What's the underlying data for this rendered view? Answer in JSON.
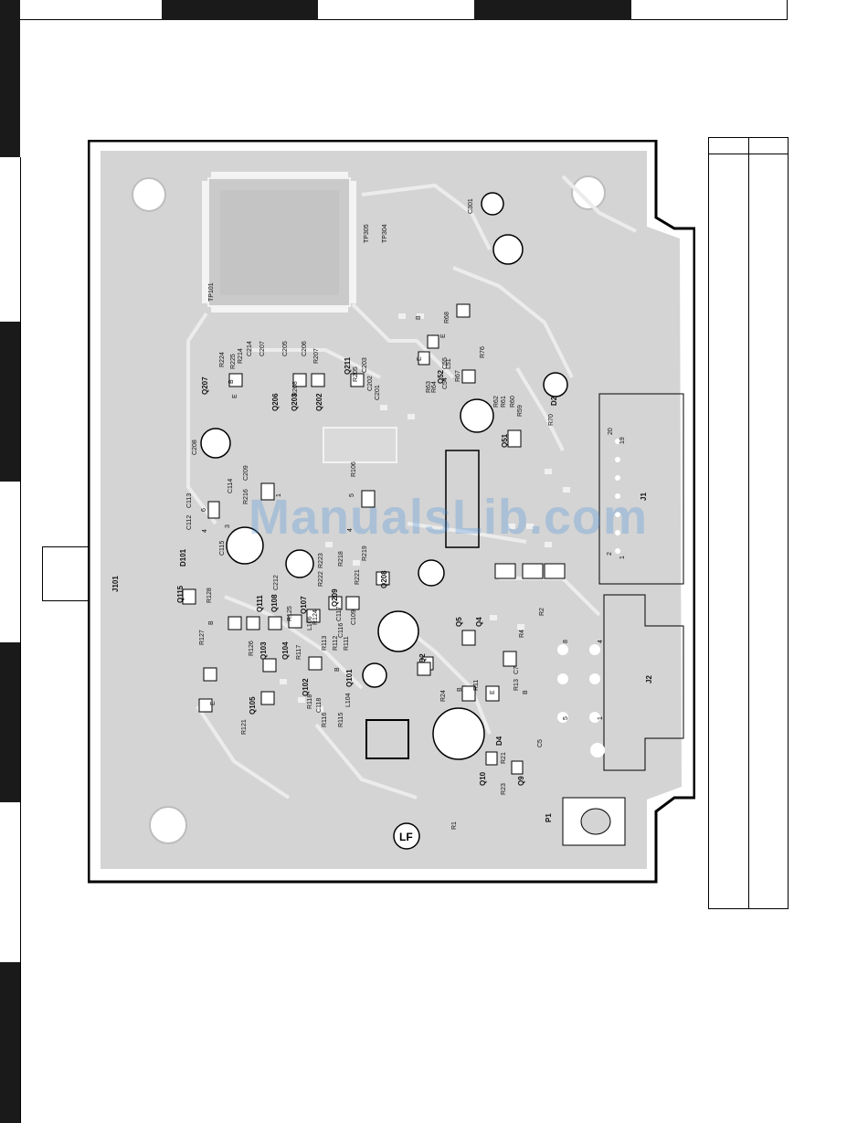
{
  "watermark": "ManualsLib.com",
  "board_logo": "LF",
  "components": {
    "connectors": [
      "J101",
      "J1",
      "J2",
      "P1"
    ],
    "transistors": [
      "Q207",
      "Q206",
      "Q203",
      "Q202",
      "Q211",
      "Q52",
      "Q51",
      "Q115",
      "Q111",
      "Q108",
      "Q107",
      "Q103",
      "Q104",
      "Q105",
      "Q102",
      "Q101",
      "Q209",
      "Q208",
      "Q5",
      "Q4",
      "Q2",
      "Q10",
      "Q9"
    ],
    "diodes": [
      "D101",
      "D2",
      "D4"
    ],
    "capacitors": [
      "C301",
      "C208",
      "C212",
      "C115",
      "C112",
      "C113",
      "C114",
      "C209",
      "C207",
      "C205",
      "C206",
      "C214",
      "C201",
      "C202",
      "C203",
      "C54",
      "C55",
      "C117",
      "C116",
      "C109",
      "C118",
      "C5",
      "C7"
    ],
    "resistors": [
      "R224",
      "R225",
      "R214",
      "R207",
      "R208",
      "R205",
      "R216",
      "R106",
      "R223",
      "R222",
      "R218",
      "R219",
      "R221",
      "R68",
      "R76",
      "R67",
      "R63",
      "R64",
      "R62",
      "R61",
      "R60",
      "R59",
      "R70",
      "R128",
      "R127",
      "R126",
      "R125",
      "R124",
      "R117",
      "R113",
      "R112",
      "R111",
      "R118",
      "R116",
      "R115",
      "R121",
      "R24",
      "R11",
      "R13",
      "R2",
      "R4",
      "R21",
      "R23",
      "R1"
    ],
    "inductors": [
      "L51",
      "L104",
      "L106"
    ],
    "test_points": [
      "TP101",
      "TP305",
      "TP304"
    ]
  },
  "pin_labels": {
    "j1_pins": [
      "20",
      "19",
      "2",
      "1"
    ],
    "j2_pins": [
      "8",
      "4",
      "5",
      "1"
    ],
    "ic_pins": [
      "6",
      "4",
      "3",
      "1",
      "5",
      "4"
    ]
  },
  "transistor_pins": [
    "B",
    "E"
  ],
  "colors": {
    "board_fill": "#d4d4d4",
    "board_outline": "#000000",
    "trace": "#e8e8e8",
    "header_dark": "#1a1a1a",
    "watermark": "#3c8cdc"
  }
}
